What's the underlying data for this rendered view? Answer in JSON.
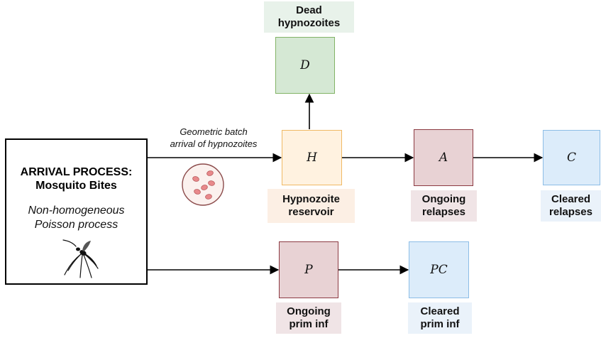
{
  "arrival": {
    "title_line1": "ARRIVAL PROCESS:",
    "title_line2": "Mosquito Bites",
    "subtitle_line1": "Non-homogeneous",
    "subtitle_line2": "Poisson process",
    "icon": "mosquito-icon"
  },
  "batch_note": {
    "line1": "Geometric batch",
    "line2": "arrival of hypnozoites",
    "icon": "hypnozoite-cell-icon"
  },
  "compartments": {
    "D": {
      "symbol": "D",
      "label_line1": "Dead",
      "label_line2": "hypnozoites",
      "color": "#d5e8d4",
      "border": "#82b366"
    },
    "H": {
      "symbol": "H",
      "label_line1": "Hypnozoite",
      "label_line2": "reservoir",
      "color": "#fff2e0",
      "border": "#f0b964"
    },
    "A": {
      "symbol": "A",
      "label_line1": "Ongoing",
      "label_line2": "relapses",
      "color": "#e8d2d4",
      "border": "#8c3a42"
    },
    "C": {
      "symbol": "C",
      "label_line1": "Cleared",
      "label_line2": "relapses",
      "color": "#dcecfa",
      "border": "#8cbde6"
    },
    "P": {
      "symbol": "P",
      "label_line1": "Ongoing",
      "label_line2": "prim inf",
      "color": "#e8d2d4",
      "border": "#8c3a42"
    },
    "PC": {
      "symbol": "PC",
      "label_line1": "Cleared",
      "label_line2": "prim inf",
      "color": "#dcecfa",
      "border": "#8cbde6"
    }
  }
}
